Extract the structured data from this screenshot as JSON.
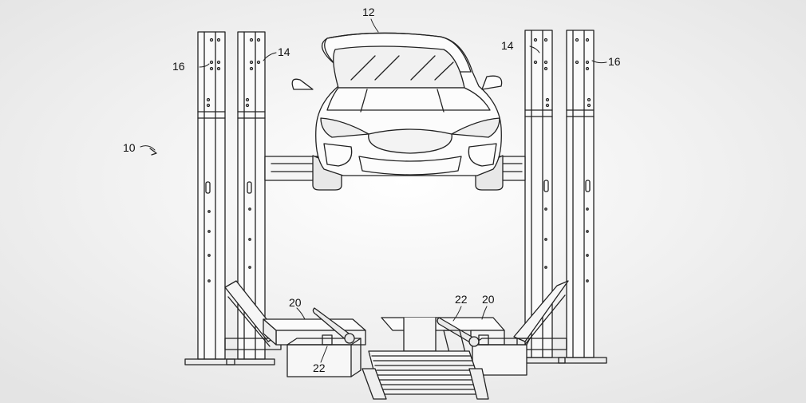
{
  "figure": {
    "background": "#f2f2f2",
    "line_color": "#222222",
    "labels": {
      "car": "12",
      "inner_post_left": "14",
      "inner_post_right": "14",
      "outer_post_left": "16",
      "outer_post_right": "16",
      "assembly": "10",
      "platform_left": "20",
      "platform_right": "20",
      "actuator_left": "22",
      "actuator_right": "22"
    }
  }
}
